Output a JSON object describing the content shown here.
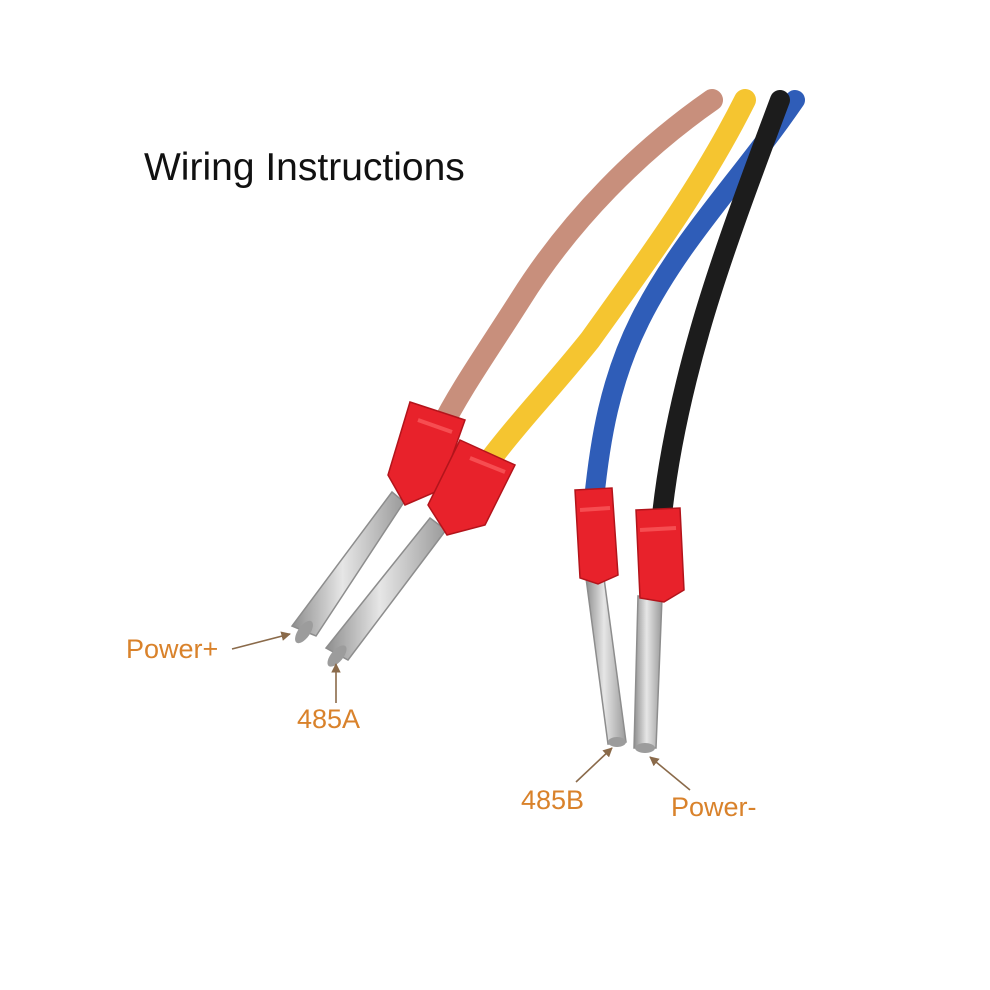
{
  "title": "Wiring Instructions",
  "labels": {
    "power_plus": "Power+",
    "rs485_a": "485A",
    "rs485_b": "485B",
    "power_minus": "Power-"
  },
  "colors": {
    "label": "#d9822b",
    "arrow": "#8a6a4a",
    "wire_brown": "#c88f7c",
    "wire_yellow": "#f5c530",
    "wire_blue": "#2f5db8",
    "wire_black": "#1c1c1c",
    "ferrule_red": "#e8222b",
    "pin_silver": "#bfbfbf"
  }
}
